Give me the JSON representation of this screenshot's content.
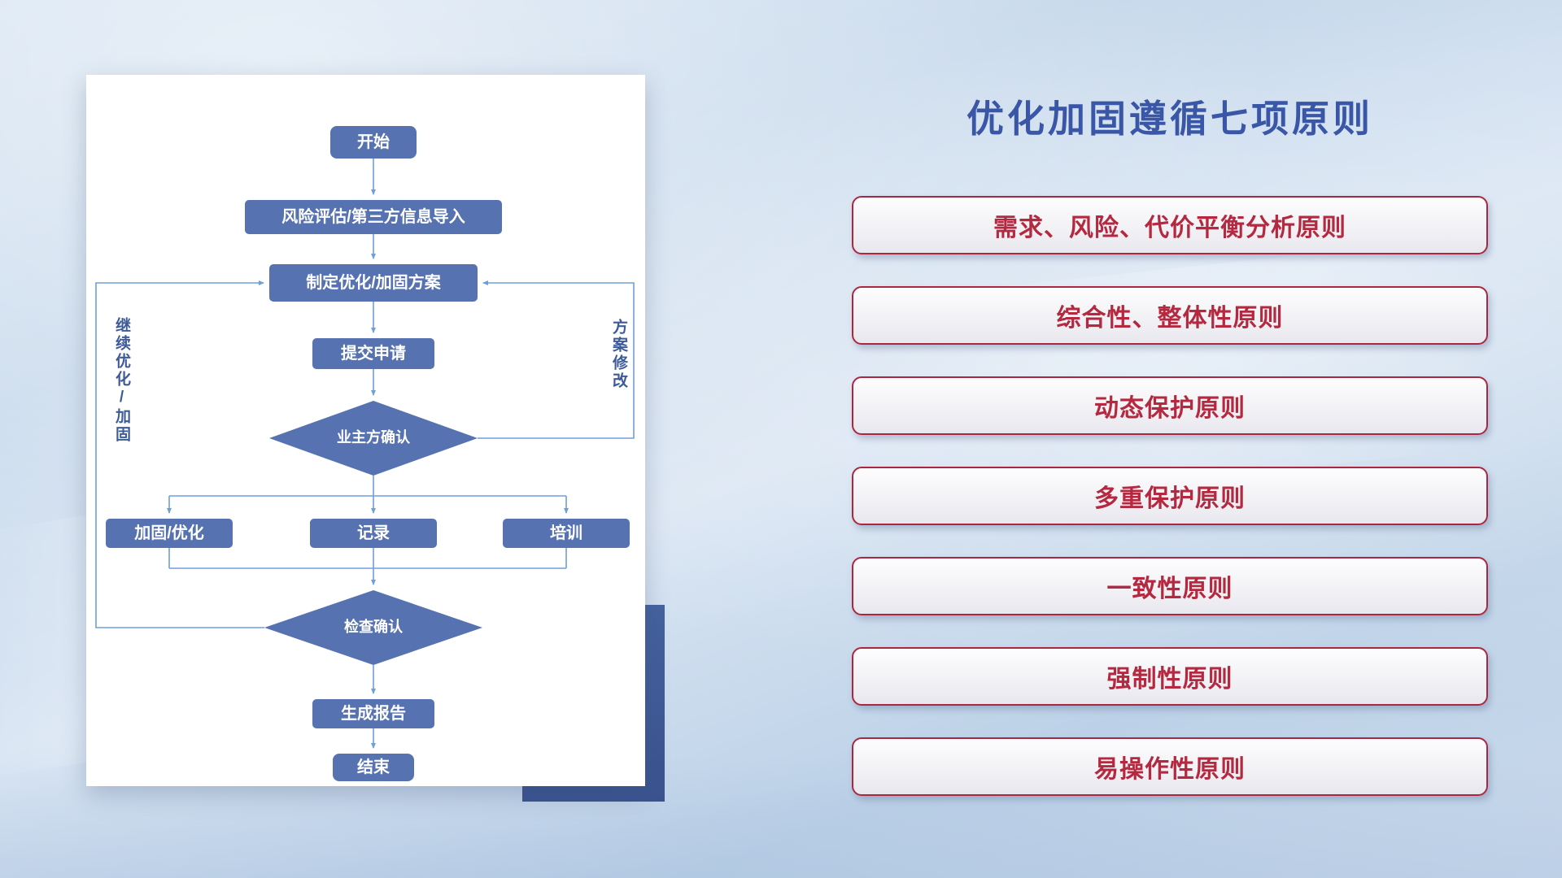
{
  "slide": {
    "title": "优化加固遵循七项原则"
  },
  "flowchart": {
    "nodes": {
      "start": "开始",
      "risk_import": "风险评估/第三方信息导入",
      "make_plan": "制定优化/加固方案",
      "submit": "提交申请",
      "owner_confirm": "业主方确认",
      "harden_optimize": "加固/优化",
      "record": "记录",
      "training": "培训",
      "check_confirm": "检查确认",
      "generate_report": "生成报告",
      "end": "结束"
    },
    "edge_labels": {
      "continue_optimize": "继续优化/加固",
      "plan_modify": "方案修改"
    }
  },
  "principles": [
    {
      "label": "需求、风险、代价平衡分析原则"
    },
    {
      "label": "综合性、整体性原则"
    },
    {
      "label": "动态保护原则"
    },
    {
      "label": "多重保护原则"
    },
    {
      "label": "一致性原则"
    },
    {
      "label": "强制性原则"
    },
    {
      "label": "易操作性原则"
    }
  ],
  "colors": {
    "title_blue": "#3a56a7",
    "node_fill": "#5672b0",
    "connector_blue": "#6f9fd8",
    "principle_border": "#ab2740",
    "principle_text": "#b42940",
    "decor_rect_navy": "#3d5894"
  }
}
